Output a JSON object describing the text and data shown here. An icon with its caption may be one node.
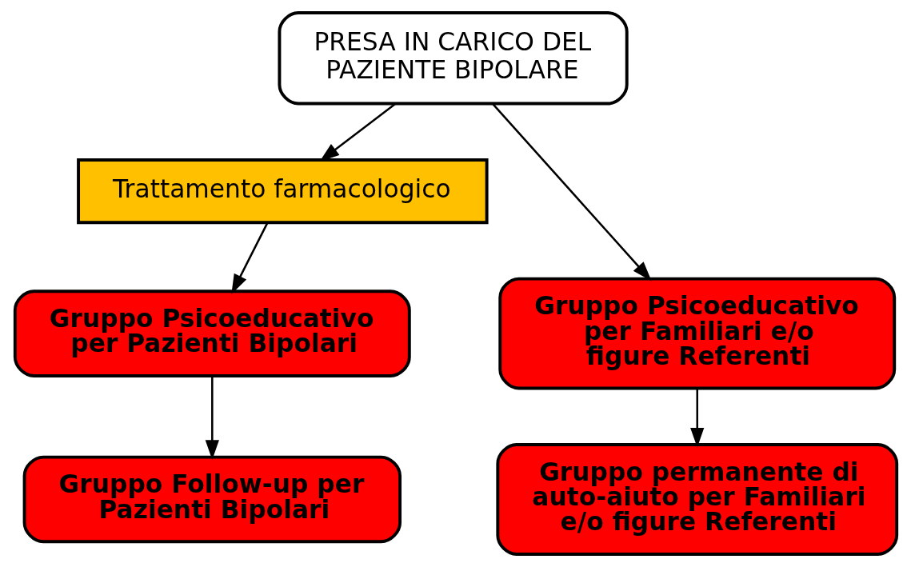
{
  "diagram": {
    "nodes": [
      {
        "text": [
          "PRESA IN CARICO DEL PAZIENTE BIPOLARE"
        ]
      },
      {
        "text": [
          "Trattamento farmacologico"
        ]
      },
      {
        "text": [
          "Gruppo Psicoeducativo per Pazienti Bipolari"
        ]
      },
      {
        "text": [
          "Gruppo Follow-up per Pazienti Bipolari"
        ]
      },
      {
        "text": [
          "Gruppo Psicoeducativo per Familiari e/o figure Referenti"
        ]
      },
      {
        "text": [
          "Gruppo permanente di auto-aiuto per Familiari e/o figure Referenti"
        ]
      }
    ],
    "edges": [
      {
        "from": 0,
        "to": 1,
        "arrow": "to"
      },
      {
        "from": 1,
        "to": 2,
        "arrow": "to"
      },
      {
        "from": 2,
        "to": 3,
        "arrow": "to"
      },
      {
        "from": 0,
        "to": 4,
        "arrow": "to"
      },
      {
        "from": 4,
        "to": 5,
        "arrow": "to"
      }
    ]
  }
}
